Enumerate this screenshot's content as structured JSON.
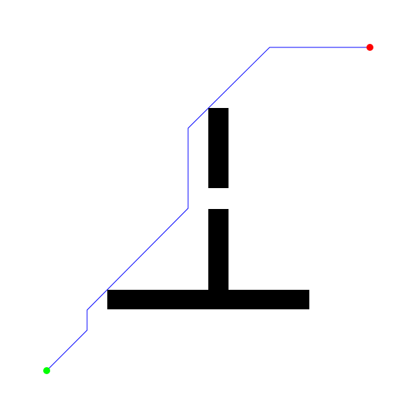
{
  "scene": {
    "background": "#ffffff",
    "obstacle_color": "#000000",
    "path_color": "#0000ff",
    "start_color": "#00ff00",
    "goal_color": "#ff0000"
  },
  "obstacles": [
    {
      "name": "upper-vertical-wall"
    },
    {
      "name": "lower-vertical-wall"
    },
    {
      "name": "horizontal-wall"
    }
  ],
  "path": {
    "name": "planned-path"
  },
  "markers": {
    "start": {
      "name": "start-point"
    },
    "goal": {
      "name": "goal-point"
    }
  }
}
